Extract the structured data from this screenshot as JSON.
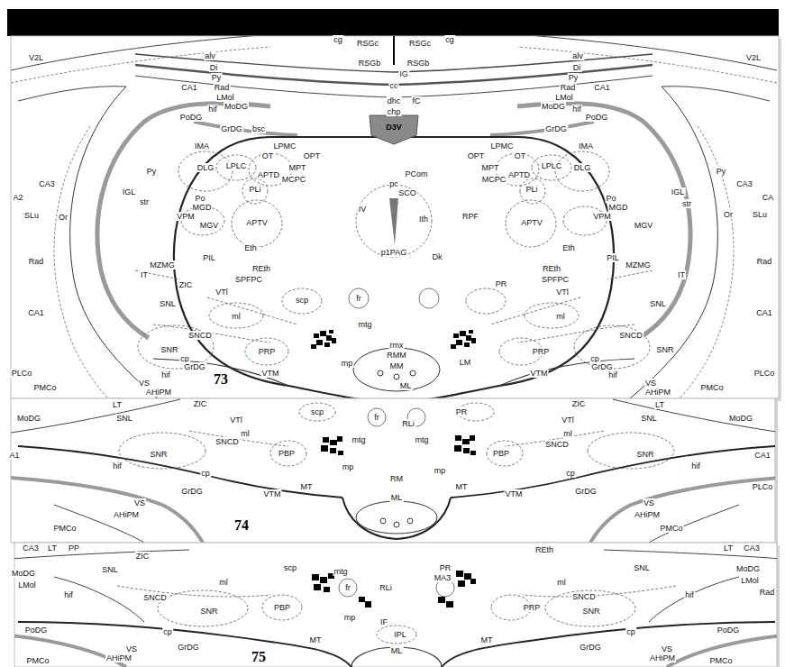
{
  "diagram": {
    "labels": [
      "V2L",
      "alv",
      "cg",
      "RSGc",
      "RSGc",
      "cg",
      "alv",
      "V2L",
      "Di",
      "Di",
      "Py",
      "Py",
      "CA1",
      "Rad",
      "Rad",
      "CA1",
      "RSGb",
      "RSGb",
      "IG",
      "cc",
      "LMol",
      "LMol",
      "MoDG",
      "MoDG",
      "hif",
      "hif",
      "dhc",
      "fC",
      "PoDG",
      "PoDG",
      "chp",
      "D3V",
      "GrDG",
      "bsc",
      "GrDG",
      "IMA",
      "LPMC",
      "LPMC",
      "IMA",
      "OT",
      "OPT",
      "MPT",
      "MPT",
      "OPT",
      "OT",
      "DLG",
      "LPLC",
      "APTD",
      "APTD",
      "LPLC",
      "DLG",
      "Py",
      "Py",
      "CA3",
      "CA3",
      "A2",
      "CA",
      "PCom",
      "pc",
      "SCO",
      "MCPC",
      "MCPC",
      "PLi",
      "PLi",
      "IGL",
      "IGL",
      "str",
      "str",
      "Po",
      "Po",
      "MGD",
      "MGD",
      "VPM",
      "VPM",
      "MGV",
      "MGV",
      "APTV",
      "APTV",
      "IV",
      "Ith",
      "RPF",
      "SLu",
      "Or",
      "Or",
      "SLu",
      "p1PAG",
      "Rad",
      "Rad",
      "Eth",
      "Eth",
      "PIL",
      "PIL",
      "Dk",
      "MZMG",
      "MZMG",
      "REth",
      "REth",
      "PR",
      "IT",
      "IT",
      "SPFPC",
      "SPFPC",
      "ZIC",
      "VTl",
      "VTl",
      "scp",
      "fr",
      "SNL",
      "SNL",
      "ml",
      "ml",
      "mtg",
      "CA1",
      "CA1",
      "SNCD",
      "SNCD",
      "rmx",
      "SNR",
      "SNR",
      "PRP",
      "PRP",
      "RMM",
      "mp",
      "MM",
      "LM",
      "cp",
      "cp",
      "VTM",
      "VTM",
      "GrDG",
      "GrDG",
      "hif",
      "hif",
      "73",
      "ML",
      "PLCo",
      "PLCo",
      "VS",
      "VS",
      "AHiPM",
      "AHiPM",
      "PMCo",
      "PMCo",
      "LT",
      "ZIC",
      "ZIC",
      "LT",
      "MoDG",
      "SNL",
      "VTl",
      "scp",
      "fr",
      "RLi",
      "PR",
      "VTl",
      "SNL",
      "MoDG",
      "ml",
      "mtg",
      "mtg",
      "ml",
      "SNCD",
      "SNCD",
      "A1",
      "SNR",
      "PBP",
      "PBP",
      "SNR",
      "CA1",
      "hif",
      "hif",
      "mp",
      "mp",
      "RM",
      "cp",
      "cp",
      "MT",
      "MT",
      "VTM",
      "VTM",
      "ML",
      "GrDG",
      "GrDG",
      "PLCo",
      "VS",
      "VS",
      "AHiPM",
      "AHiPM",
      "74",
      "PMCo",
      "PMCo",
      "CA3",
      "LT",
      "PP",
      "ZIC",
      "REth",
      "LT",
      "CA3",
      "scp",
      "PR",
      "SNL",
      "mtg",
      "MoDG",
      "SNL",
      "MoDG",
      "MA3",
      "ml",
      "ml",
      "LMol",
      "LMol",
      "fr",
      "RLi",
      "Rad",
      "hif",
      "hif",
      "SNCD",
      "SNCD",
      "PBP",
      "PRP",
      "SNR",
      "SNR",
      "mp",
      "IF",
      "PoDG",
      "PoDG",
      "cp",
      "cp",
      "IPL",
      "MT",
      "MT",
      "GrDG",
      "GrDG",
      "VS",
      "VS",
      "ML",
      "AHiPM",
      "AHiPM",
      "75",
      "PMCo",
      "PMCo"
    ]
  }
}
